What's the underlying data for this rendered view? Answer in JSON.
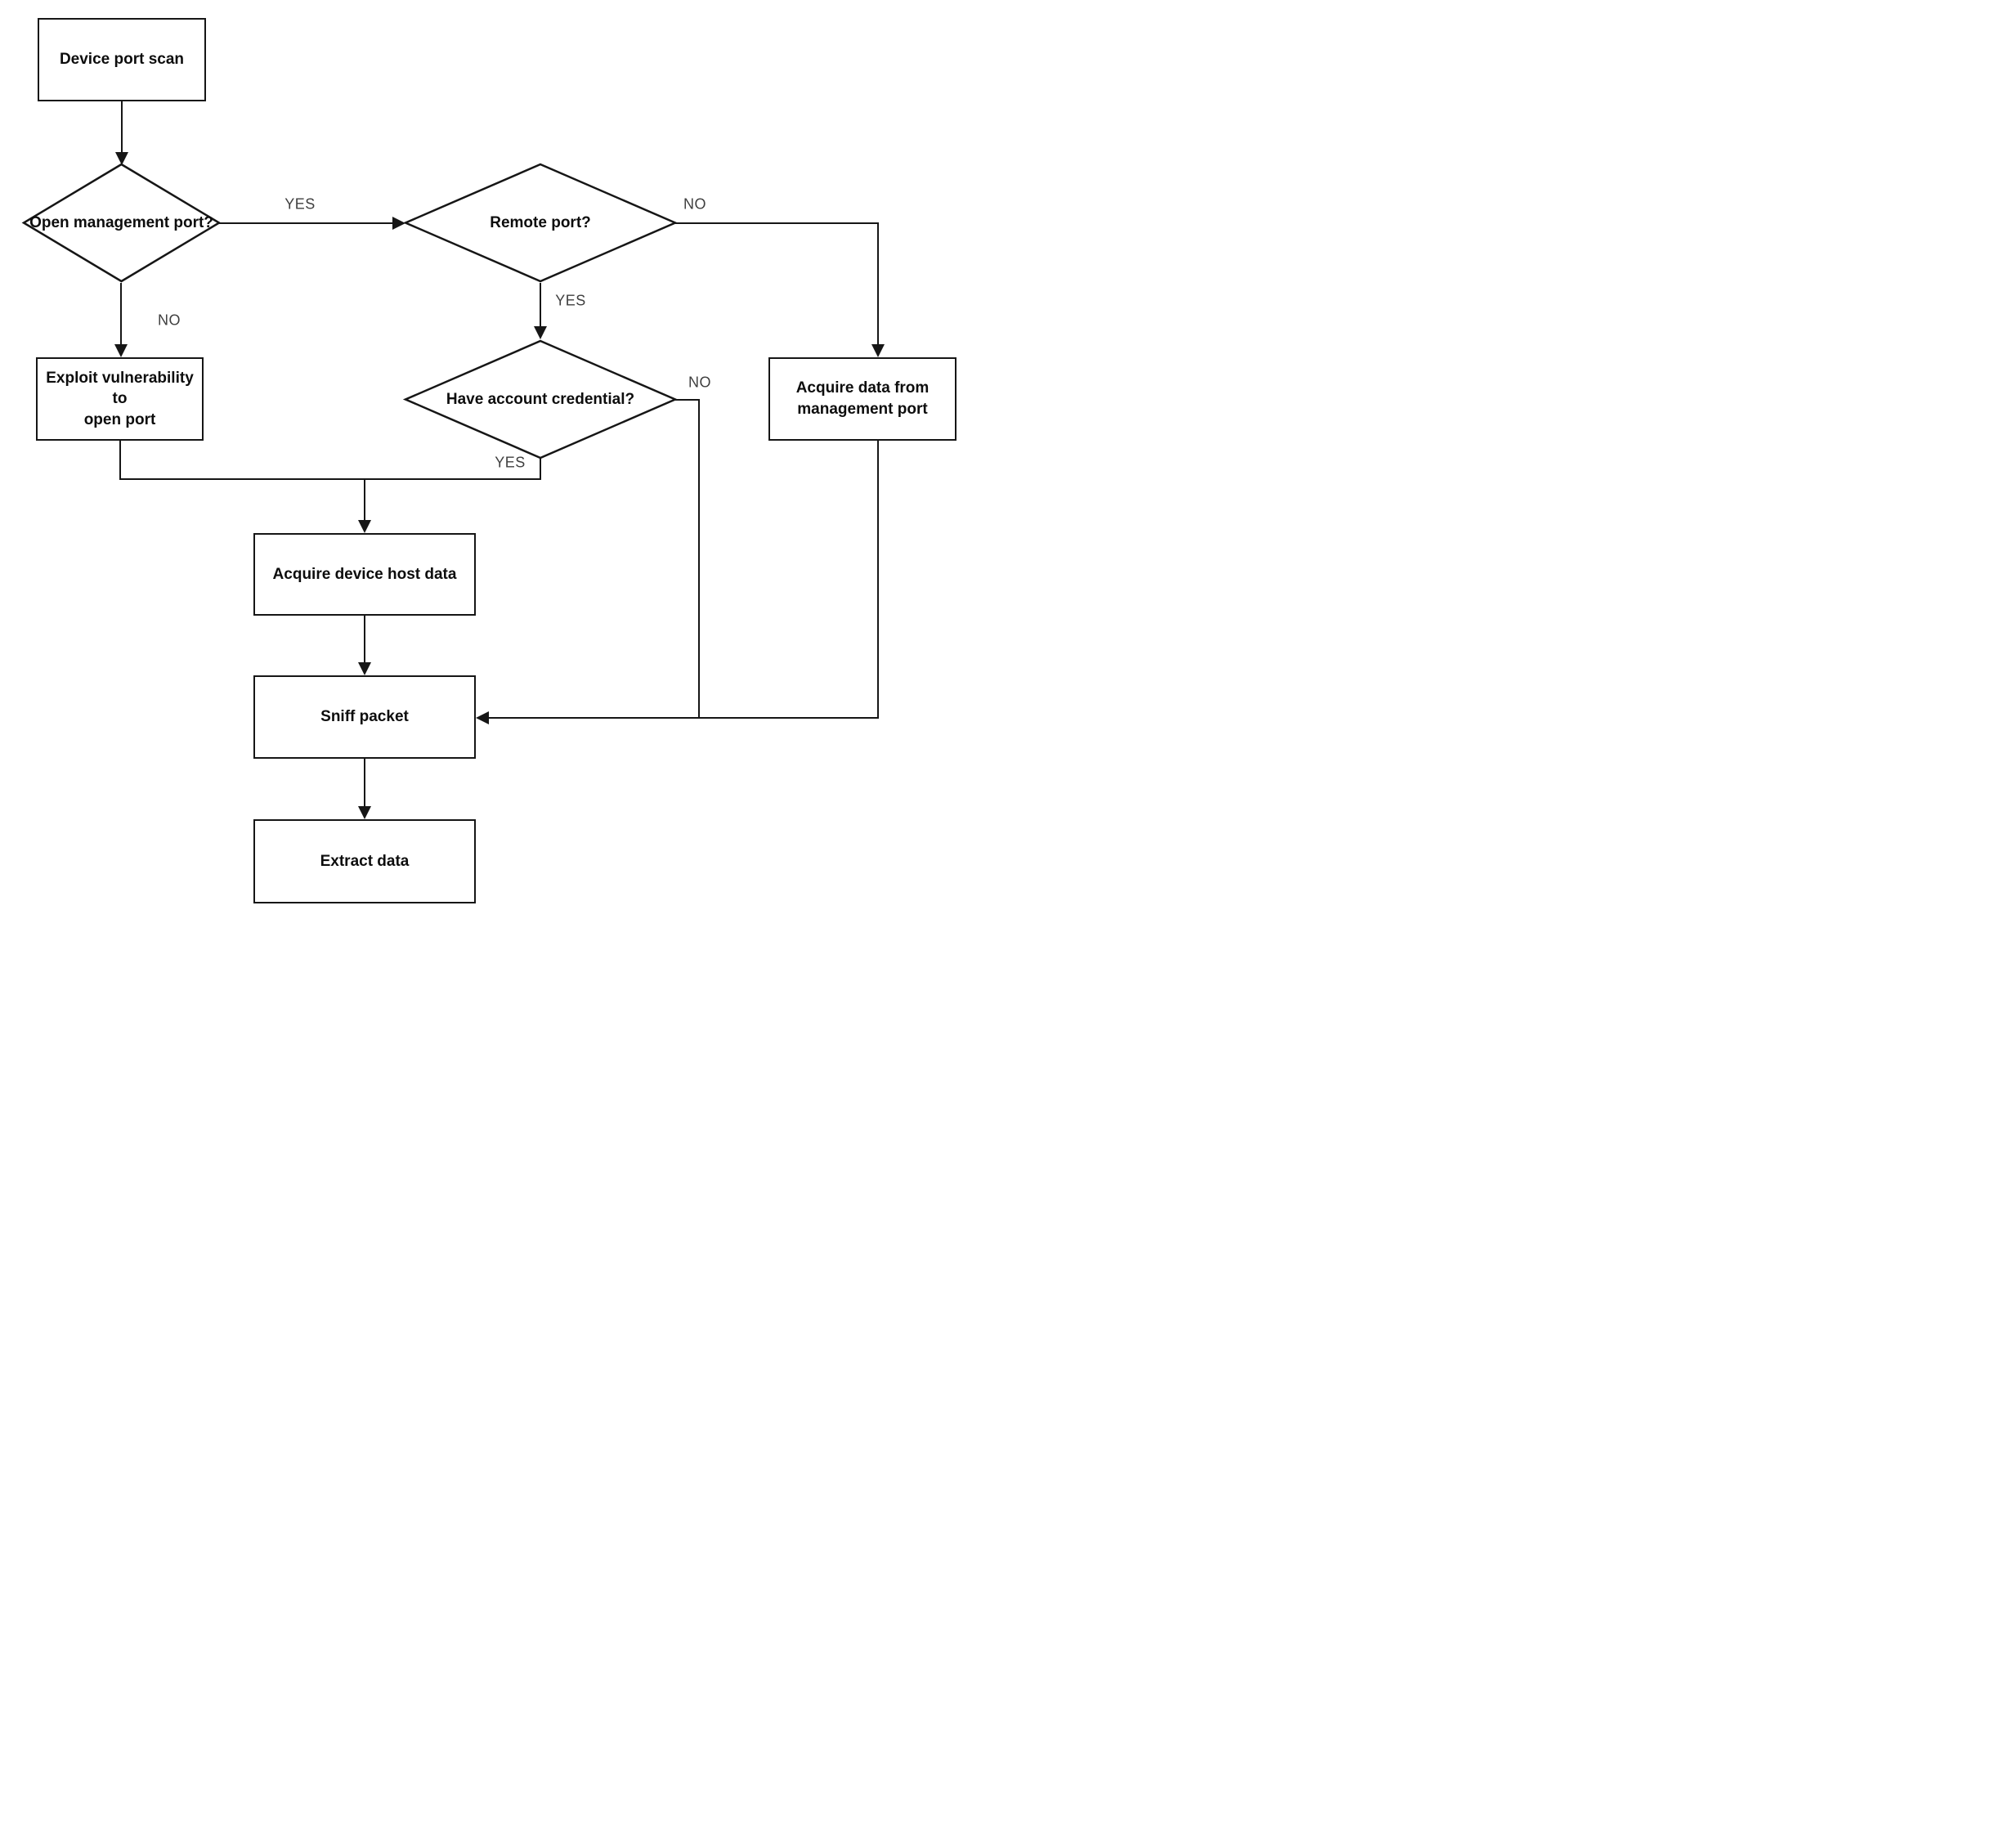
{
  "diagram": {
    "type": "flowchart",
    "background_color": "#ffffff",
    "line_color": "#161616",
    "node_text_color": "#0d0d0d",
    "edge_label_color": "#3f3f3f",
    "nodes": {
      "device_port_scan": {
        "label": "Device port scan",
        "shape": "rect"
      },
      "open_management_port": {
        "label": "Open management port?",
        "shape": "diamond"
      },
      "remote_port": {
        "label": "Remote port?",
        "shape": "diamond"
      },
      "exploit_vulnerability": {
        "label": "Exploit vulnerability to\nopen port",
        "shape": "rect"
      },
      "have_account_credential": {
        "label": "Have account credential?",
        "shape": "diamond"
      },
      "acquire_data_management": {
        "label": "Acquire data from\nmanagement port",
        "shape": "rect"
      },
      "acquire_device_host": {
        "label": "Acquire device host data",
        "shape": "rect"
      },
      "sniff_packet": {
        "label": "Sniff packet",
        "shape": "rect"
      },
      "extract_data": {
        "label": "Extract data",
        "shape": "rect"
      }
    },
    "edge_labels": {
      "open_mgmt_yes": "YES",
      "open_mgmt_no": "NO",
      "remote_yes": "YES",
      "remote_no": "NO",
      "credential_yes": "YES",
      "credential_no": "NO"
    },
    "edges": [
      {
        "from": "device_port_scan",
        "to": "open_management_port",
        "label": ""
      },
      {
        "from": "open_management_port",
        "to": "remote_port",
        "label": "YES"
      },
      {
        "from": "open_management_port",
        "to": "exploit_vulnerability",
        "label": "NO"
      },
      {
        "from": "remote_port",
        "to": "have_account_credential",
        "label": "YES"
      },
      {
        "from": "remote_port",
        "to": "acquire_data_management",
        "label": "NO"
      },
      {
        "from": "have_account_credential",
        "to": "acquire_device_host",
        "label": "YES"
      },
      {
        "from": "have_account_credential",
        "to": "sniff_packet",
        "label": "NO"
      },
      {
        "from": "exploit_vulnerability",
        "to": "acquire_device_host",
        "label": ""
      },
      {
        "from": "acquire_data_management",
        "to": "sniff_packet",
        "label": ""
      },
      {
        "from": "acquire_device_host",
        "to": "sniff_packet",
        "label": ""
      },
      {
        "from": "sniff_packet",
        "to": "extract_data",
        "label": ""
      }
    ]
  }
}
